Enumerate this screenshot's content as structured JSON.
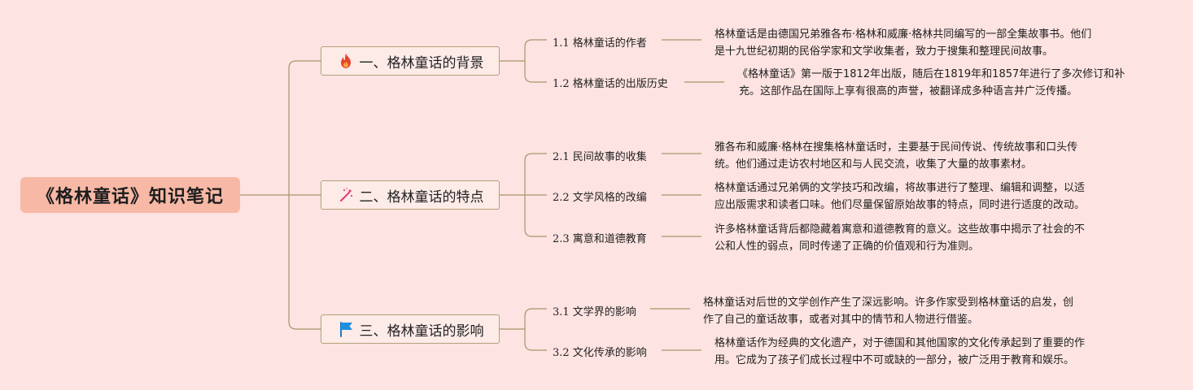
{
  "root": {
    "title": "《格林童话》知识笔记"
  },
  "branches": [
    {
      "title": "一、格林童话的背景",
      "icon": "fire-icon",
      "items": [
        {
          "label": "1.1 格林童话的作者",
          "lines": [
            "格林童话是由德国兄弟雅各布·格林和威廉·格林共同编写的一部全集故事书。他们",
            "是十九世纪初期的民俗学家和文学收集者，致力于搜集和整理民间故事。"
          ]
        },
        {
          "label": "1.2 格林童话的出版历史",
          "lines": [
            "《格林童话》第一版于1812年出版，随后在1819年和1857年进行了多次修订和补",
            "充。这部作品在国际上享有很高的声誉，被翻译成多种语言并广泛传播。"
          ]
        }
      ]
    },
    {
      "title": "二、格林童话的特点",
      "icon": "magic-wand-icon",
      "items": [
        {
          "label": "2.1 民间故事的收集",
          "lines": [
            "雅各布和威廉·格林在搜集格林童话时，主要基于民间传说、传统故事和口头传",
            "统。他们通过走访农村地区和与人民交流，收集了大量的故事素材。"
          ]
        },
        {
          "label": "2.2 文学风格的改编",
          "lines": [
            "格林童话通过兄弟俩的文学技巧和改编，将故事进行了整理、编辑和调整，以适",
            "应出版需求和读者口味。他们尽量保留原始故事的特点，同时进行适度的改动。"
          ]
        },
        {
          "label": "2.3 寓意和道德教育",
          "lines": [
            "许多格林童话背后都隐藏着寓意和道德教育的意义。这些故事中揭示了社会的不",
            "公和人性的弱点，同时传递了正确的价值观和行为准则。"
          ]
        }
      ]
    },
    {
      "title": "三、格林童话的影响",
      "icon": "flag-icon",
      "items": [
        {
          "label": "3.1 文学界的影响",
          "lines": [
            "格林童话对后世的文学创作产生了深远影响。许多作家受到格林童话的启发，创",
            "作了自己的童话故事，或者对其中的情节和人物进行借鉴。"
          ]
        },
        {
          "label": "3.2 文化传承的影响",
          "lines": [
            "格林童话作为经典的文化遗产，对于德国和其他国家的文化传承起到了重要的作",
            "用。它成为了孩子们成长过程中不可或缺的一部分，被广泛用于教育和娱乐。"
          ]
        }
      ]
    }
  ],
  "colors": {
    "connector": "#a7956b",
    "root_bg": "#f7b9a6",
    "background": "#fde3e1"
  }
}
